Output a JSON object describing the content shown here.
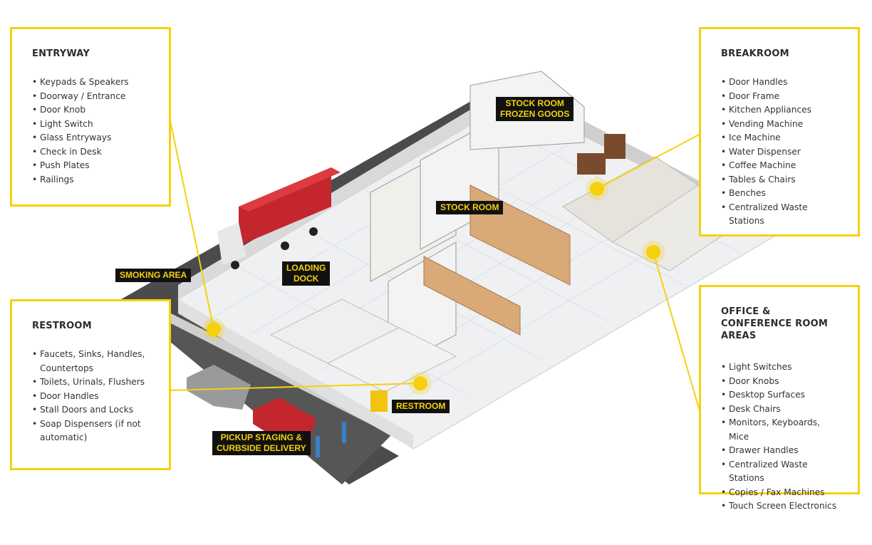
{
  "panels": {
    "entryway": {
      "title": "ENTRYWAY",
      "items": [
        "Keypads & Speakers",
        "Doorway / Entrance",
        "Door Knob",
        "Light Switch",
        "Glass Entryways",
        "Check in Desk",
        "Push Plates",
        "Railings"
      ]
    },
    "restroom": {
      "title": "RESTROOM",
      "items": [
        "Faucets, Sinks, Handles, Countertops",
        "Toilets, Urinals, Flushers",
        "Door Handles",
        "Stall Doors and Locks",
        "Soap Dispensers (if not automatic)"
      ]
    },
    "breakroom": {
      "title": "BREAKROOM",
      "items": [
        "Door Handles",
        "Door Frame",
        "Kitchen Appliances",
        "Vending Machine",
        "Ice Machine",
        "Water Dispenser",
        "Coffee Machine",
        "Tables & Chairs",
        "Benches",
        "Centralized Waste Stations"
      ]
    },
    "office": {
      "title": "OFFICE & CONFERENCE ROOM AREAS",
      "items": [
        "Light Switches",
        "Door Knobs",
        "Desktop Surfaces",
        "Desk Chairs",
        "Monitors, Keyboards, Mice",
        "Drawer Handles",
        "Centralized Waste Stations",
        "Copies / Fax Machines",
        "Touch Screen Electronics"
      ]
    }
  },
  "tags": {
    "stock_frozen": [
      "STOCK ROOM",
      "FROZEN GOODS"
    ],
    "stock_room": [
      "STOCK ROOM"
    ],
    "loading": [
      "LOADING",
      "DOCK"
    ],
    "smoking": [
      "SMOKING AREA"
    ],
    "restroom": [
      "RESTROOM"
    ],
    "pickup": [
      "PICKUP STAGING &",
      "CURBSIDE DELIVERY"
    ]
  },
  "colors": {
    "accent": "#f5d10d",
    "tag_bg": "#111111",
    "floor": "#e9ecef",
    "wall": "#dcdcdc",
    "road": "#4a4a4a"
  }
}
